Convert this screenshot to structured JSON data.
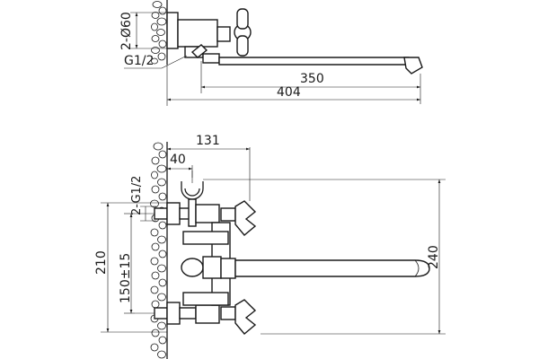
{
  "top_view": {
    "labels": {
      "flange": "2-Ø60",
      "thread": "G1/2",
      "spout_reach": "350",
      "overall_length": "404"
    }
  },
  "front_view": {
    "labels": {
      "shower_offset": "131",
      "wall_offset": "40",
      "outlet_thread": "2-G1/2",
      "body_height": "210",
      "center_distance": "150±15",
      "overall_height": "240"
    }
  },
  "colors": {
    "line": "#1a1a1a",
    "background": "#ffffff"
  }
}
